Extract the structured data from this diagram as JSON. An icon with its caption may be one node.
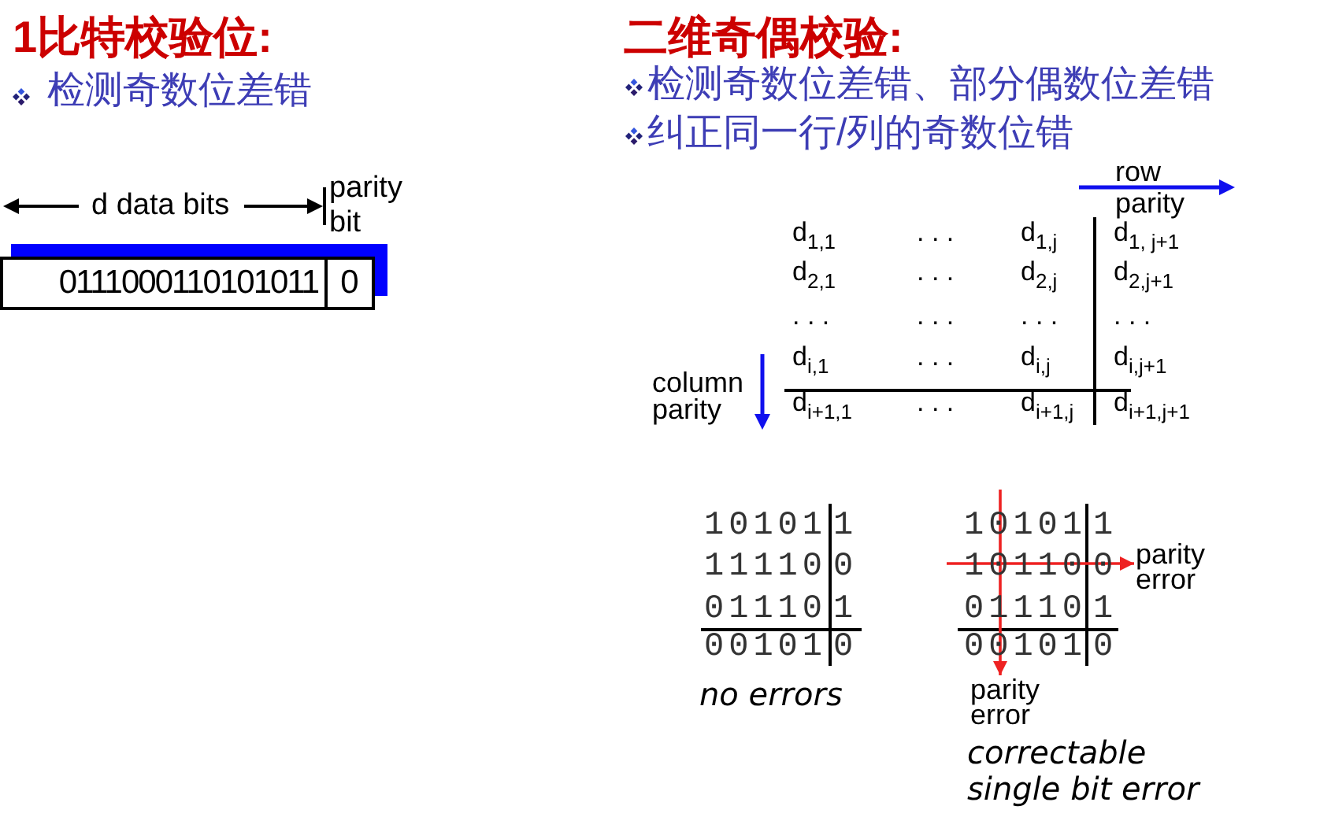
{
  "diagram": {
    "nodes": [
      {
        "text": [
          "0111000110101011"
        ]
      },
      {
        "text": [
          "0"
        ]
      },
      {
        "text": [
          "parity error"
        ]
      },
      {
        "text": [
          "parity error"
        ]
      }
    ],
    "edges": [
      {
        "from": null,
        "to": 2,
        "arrow": "to"
      },
      {
        "from": null,
        "to": 3,
        "arrow": "to"
      }
    ],
    "labels": [
      "1比特校验位:",
      "检测奇数位差错",
      "d data bits",
      "parity bit",
      "二维奇偶校验:",
      "检测奇数位差错、部分偶数位差错",
      "纠正同一行/列的奇数位错",
      "row",
      "parity",
      "column parity",
      "d$_{1,1}$",
      ". . .",
      "d$_{1,j}$",
      "d$_{1, j+1}$",
      "d$_{2,1}$",
      ". . .",
      "d$_{2,j}$",
      "d$_{2,j+1}$",
      ". . .",
      ". . .",
      ". . .",
      ". . .",
      "d$_{i,1}$",
      ". . .",
      "d$_{i,j}$",
      "d$_{i,j+1}$",
      "d$_{i+1,1}$",
      ". . .",
      "d$_{i+1,j}$",
      "d$_{i+1,j+1}$",
      "10101",
      "1",
      "11110",
      "0",
      "01110",
      "1",
      "00101",
      "0",
      "no errors",
      "10101",
      "1",
      "10110",
      "0",
      "01110",
      "1",
      "00101",
      "0",
      "correctable single bit error"
    ]
  }
}
